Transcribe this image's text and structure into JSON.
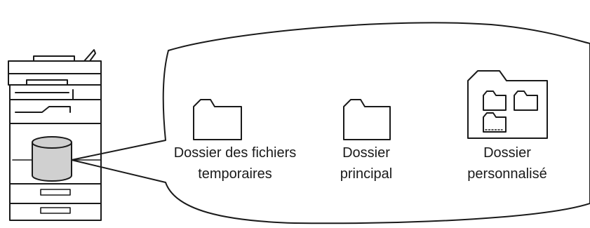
{
  "folders": [
    {
      "line1": "Dossier des fichiers",
      "line2": "temporaires"
    },
    {
      "line1": "Dossier",
      "line2": "principal"
    },
    {
      "line1": "Dossier",
      "line2": "personnalisé"
    }
  ],
  "colors": {
    "stroke": "#1a1a1a",
    "cylinder_fill": "#d0d0d0",
    "background": "#ffffff"
  },
  "icons": [
    "printer-icon",
    "storage-cylinder-icon",
    "folder-icon",
    "custom-folder-icon"
  ]
}
